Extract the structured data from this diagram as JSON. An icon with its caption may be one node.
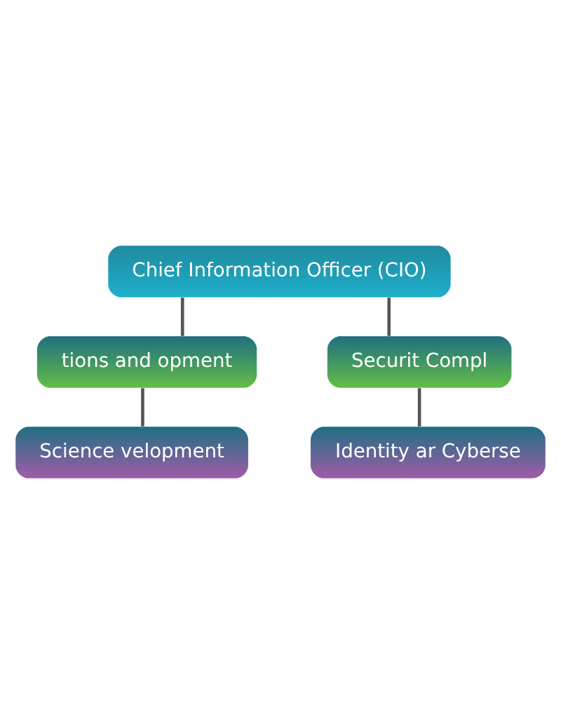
{
  "diagram": {
    "nodes": [
      {
        "text": [
          "Chief Information Officer (CIO)"
        ]
      },
      {
        "text": [
          "tions and opment"
        ]
      },
      {
        "text": [
          "Securit Compl"
        ]
      },
      {
        "text": [
          "Science velopment"
        ]
      },
      {
        "text": [
          "Identity ar Cyberse"
        ]
      }
    ],
    "edges": [
      {
        "from": 0,
        "to": 1,
        "arrow": "none"
      },
      {
        "from": 0,
        "to": 2,
        "arrow": "none"
      },
      {
        "from": 1,
        "to": 3,
        "arrow": "none"
      },
      {
        "from": 2,
        "to": 4,
        "arrow": "none"
      }
    ]
  }
}
